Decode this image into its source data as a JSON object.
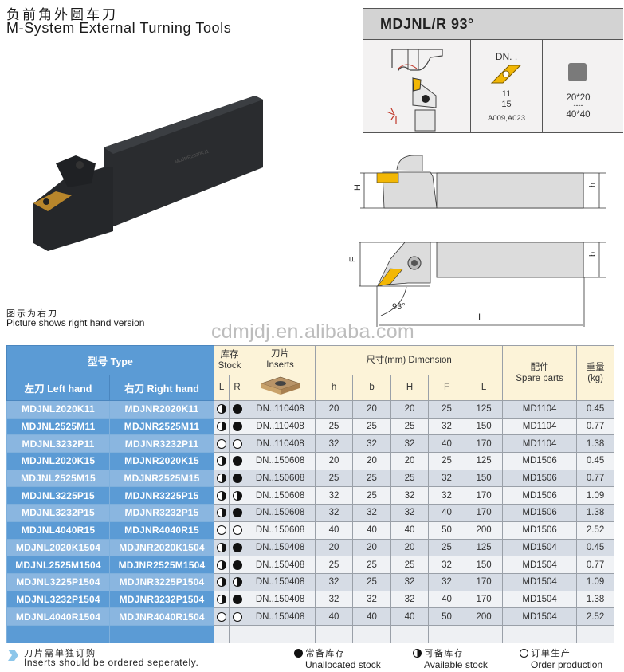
{
  "header": {
    "title_cn": "负前角外圆车刀",
    "title_en": "M-System External Turning Tools"
  },
  "photo": {
    "caption_cn": "图示为右刀",
    "caption_en": "Picture shows right hand version"
  },
  "spec_box": {
    "title": "MDJNL/R 93°",
    "insert_code": "DN. .",
    "insert_sizes": [
      "11",
      "15"
    ],
    "insert_grades": "A009,A023",
    "shank_sizes_top": "20*20",
    "shank_sizes_sep": "----",
    "shank_sizes_bottom": "40*40",
    "colors": {
      "insert_gold": "#f2b705",
      "header_gray": "#d3d3d3",
      "shank_gray": "#7a7a7a"
    }
  },
  "drawing": {
    "label_H": "H",
    "label_h": "h",
    "label_F": "F",
    "label_b": "b",
    "label_L": "L",
    "angle": "93°"
  },
  "watermark": "cdmjdj.en.alibaba.com",
  "table": {
    "headers": {
      "type": "型号 Type",
      "left_hand": "左刀 Left hand",
      "right_hand": "右刀 Right hand",
      "stock_cn": "库存",
      "stock_en": "Stock",
      "stock_L": "L",
      "stock_R": "R",
      "inserts_cn": "刀片",
      "inserts_en": "Inserts",
      "dimension": "尺寸(mm) Dimension",
      "dim_h": "h",
      "dim_b": "b",
      "dim_H": "H",
      "dim_F": "F",
      "dim_L": "L",
      "spare_cn": "配件",
      "spare_en": "Spare parts",
      "weight_cn": "重量",
      "weight_en": "(kg)"
    },
    "rows": [
      {
        "left": "MDJNL2020K11",
        "right": "MDJNR2020K11",
        "stock_L": "half",
        "stock_R": "full",
        "insert": "DN..110408",
        "h": "20",
        "b": "20",
        "H": "20",
        "F": "25",
        "L": "125",
        "spare": "MD1104",
        "kg": "0.45"
      },
      {
        "left": "MDJNL2525M11",
        "right": "MDJNR2525M11",
        "stock_L": "half",
        "stock_R": "full",
        "insert": "DN..110408",
        "h": "25",
        "b": "25",
        "H": "25",
        "F": "32",
        "L": "150",
        "spare": "MD1104",
        "kg": "0.77"
      },
      {
        "left": "MDJNL3232P11",
        "right": "MDJNR3232P11",
        "stock_L": "empty",
        "stock_R": "empty",
        "insert": "DN..110408",
        "h": "32",
        "b": "32",
        "H": "32",
        "F": "40",
        "L": "170",
        "spare": "MD1104",
        "kg": "1.38"
      },
      {
        "left": "MDJNL2020K15",
        "right": "MDJNR2020K15",
        "stock_L": "half",
        "stock_R": "full",
        "insert": "DN..150608",
        "h": "20",
        "b": "20",
        "H": "20",
        "F": "25",
        "L": "125",
        "spare": "MD1506",
        "kg": "0.45"
      },
      {
        "left": "MDJNL2525M15",
        "right": "MDJNR2525M15",
        "stock_L": "half",
        "stock_R": "full",
        "insert": "DN..150608",
        "h": "25",
        "b": "25",
        "H": "25",
        "F": "32",
        "L": "150",
        "spare": "MD1506",
        "kg": "0.77"
      },
      {
        "left": "MDJNL3225P15",
        "right": "MDJNR3225P15",
        "stock_L": "half",
        "stock_R": "half",
        "insert": "DN..150608",
        "h": "32",
        "b": "25",
        "H": "32",
        "F": "32",
        "L": "170",
        "spare": "MD1506",
        "kg": "1.09"
      },
      {
        "left": "MDJNL3232P15",
        "right": "MDJNR3232P15",
        "stock_L": "half",
        "stock_R": "full",
        "insert": "DN..150608",
        "h": "32",
        "b": "32",
        "H": "32",
        "F": "40",
        "L": "170",
        "spare": "MD1506",
        "kg": "1.38"
      },
      {
        "left": "MDJNL4040R15",
        "right": "MDJNR4040R15",
        "stock_L": "empty",
        "stock_R": "empty",
        "insert": "DN..150608",
        "h": "40",
        "b": "40",
        "H": "40",
        "F": "50",
        "L": "200",
        "spare": "MD1506",
        "kg": "2.52"
      },
      {
        "left": "MDJNL2020K1504",
        "right": "MDJNR2020K1504",
        "stock_L": "half",
        "stock_R": "full",
        "insert": "DN..150408",
        "h": "20",
        "b": "20",
        "H": "20",
        "F": "25",
        "L": "125",
        "spare": "MD1504",
        "kg": "0.45"
      },
      {
        "left": "MDJNL2525M1504",
        "right": "MDJNR2525M1504",
        "stock_L": "half",
        "stock_R": "full",
        "insert": "DN..150408",
        "h": "25",
        "b": "25",
        "H": "25",
        "F": "32",
        "L": "150",
        "spare": "MD1504",
        "kg": "0.77"
      },
      {
        "left": "MDJNL3225P1504",
        "right": "MDJNR3225P1504",
        "stock_L": "half",
        "stock_R": "half",
        "insert": "DN..150408",
        "h": "32",
        "b": "25",
        "H": "32",
        "F": "32",
        "L": "170",
        "spare": "MD1504",
        "kg": "1.09"
      },
      {
        "left": "MDJNL3232P1504",
        "right": "MDJNR3232P1504",
        "stock_L": "half",
        "stock_R": "full",
        "insert": "DN..150408",
        "h": "32",
        "b": "32",
        "H": "32",
        "F": "40",
        "L": "170",
        "spare": "MD1504",
        "kg": "1.38"
      },
      {
        "left": "MDJNL4040R1504",
        "right": "MDJNR4040R1504",
        "stock_L": "empty",
        "stock_R": "empty",
        "insert": "DN..150408",
        "h": "40",
        "b": "40",
        "H": "40",
        "F": "50",
        "L": "200",
        "spare": "MD1504",
        "kg": "2.52"
      }
    ],
    "colors": {
      "header_blue": "#5b9bd5",
      "row_blue_light": "#8ab6e0",
      "header_cream": "#fcf3d8",
      "row_gray": "#d6dce5",
      "row_white": "#f0f2f5"
    }
  },
  "footer": {
    "note_cn": "刀片需单独订购",
    "note_en": "Inserts should be ordered seperately.",
    "legend": [
      {
        "icon": "full",
        "cn": "常备库存",
        "en": "Unallocated stock"
      },
      {
        "icon": "half",
        "cn": "可备库存",
        "en": "Available stock"
      },
      {
        "icon": "empty",
        "cn": "订单生产",
        "en": "Order production"
      }
    ]
  }
}
